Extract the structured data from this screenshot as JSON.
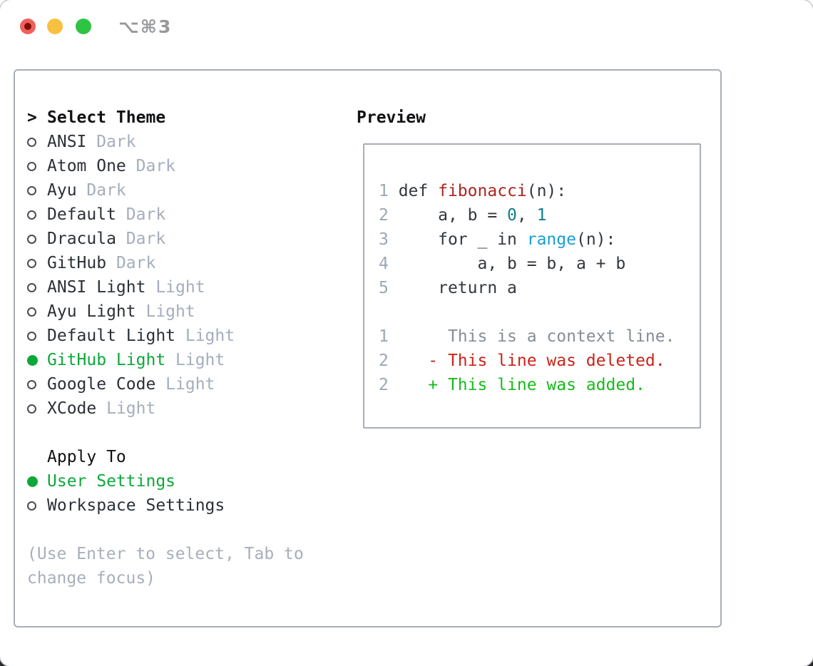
{
  "window": {
    "title": "⌥⌘3",
    "traffic_lights": [
      "close",
      "minimize",
      "zoom"
    ]
  },
  "theme_picker": {
    "title_prefix": ">",
    "title": "Select Theme",
    "themes": [
      {
        "name": "ANSI",
        "variant": "Dark",
        "selected": false
      },
      {
        "name": "Atom One",
        "variant": "Dark",
        "selected": false
      },
      {
        "name": "Ayu",
        "variant": "Dark",
        "selected": false
      },
      {
        "name": "Default",
        "variant": "Dark",
        "selected": false
      },
      {
        "name": "Dracula",
        "variant": "Dark",
        "selected": false
      },
      {
        "name": "GitHub",
        "variant": "Dark",
        "selected": false
      },
      {
        "name": "ANSI Light",
        "variant": "Light",
        "selected": false
      },
      {
        "name": "Ayu Light",
        "variant": "Light",
        "selected": false
      },
      {
        "name": "Default Light",
        "variant": "Light",
        "selected": false
      },
      {
        "name": "GitHub Light",
        "variant": "Light",
        "selected": true
      },
      {
        "name": "Google Code",
        "variant": "Light",
        "selected": false
      },
      {
        "name": "XCode",
        "variant": "Light",
        "selected": false
      }
    ],
    "apply_to": {
      "title": "Apply To",
      "options": [
        {
          "name": "User Settings",
          "selected": true
        },
        {
          "name": "Workspace Settings",
          "selected": false
        }
      ]
    },
    "hint_lines": [
      "(Use Enter to select, Tab to",
      "change focus)"
    ]
  },
  "preview": {
    "title": "Preview",
    "lines": [
      {
        "num": "1",
        "tokens": [
          {
            "t": " def ",
            "c": "code"
          },
          {
            "t": "fibonacci",
            "c": "fn"
          },
          {
            "t": "(n):",
            "c": "code"
          }
        ]
      },
      {
        "num": "2",
        "tokens": [
          {
            "t": "     a, b = ",
            "c": "code"
          },
          {
            "t": "0",
            "c": "num"
          },
          {
            "t": ", ",
            "c": "code"
          },
          {
            "t": "1",
            "c": "num"
          }
        ]
      },
      {
        "num": "3",
        "tokens": [
          {
            "t": "     for _ in ",
            "c": "code"
          },
          {
            "t": "range",
            "c": "builtin"
          },
          {
            "t": "(n):",
            "c": "code"
          }
        ]
      },
      {
        "num": "4",
        "tokens": [
          {
            "t": "         a, b = b, a + b",
            "c": "code"
          }
        ]
      },
      {
        "num": "5",
        "tokens": [
          {
            "t": "     return a",
            "c": "code"
          }
        ]
      },
      {
        "num": "",
        "tokens": []
      },
      {
        "num": "1",
        "tokens": [
          {
            "t": "      This is a context line.",
            "c": "ctx"
          }
        ]
      },
      {
        "num": "2",
        "tokens": [
          {
            "t": "    - This line was deleted.",
            "c": "del"
          }
        ]
      },
      {
        "num": "2",
        "tokens": [
          {
            "t": "    + This line was added.",
            "c": "add"
          }
        ]
      }
    ]
  },
  "colors": {
    "accent_green": "#0da83a",
    "added_green": "#17bb1b",
    "deleted_red": "#cb2418",
    "function_red": "#ad241d",
    "number_teal": "#0e7f8b",
    "builtin_blue": "#189fd6",
    "code_text": "#32383e",
    "text_dark": "#2b3138",
    "muted": "#a4aebc",
    "line_number": "#9ca7b5",
    "context_gray": "#868e95",
    "hint": "#a7afba",
    "panel_border": "#a7aeb8",
    "title_black": "#101214",
    "titlebar_text": "#96989b",
    "tl_red": "#f0605a",
    "tl_red_dot": "#7c0f06",
    "tl_yellow": "#f9bf3f",
    "tl_green": "#2dc444"
  }
}
